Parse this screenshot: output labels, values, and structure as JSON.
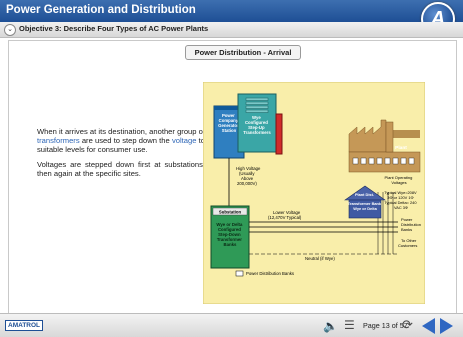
{
  "header": {
    "title": "Power Generation and Distribution",
    "objective": "Objective 3: Describe Four Types of AC Power Plants",
    "logo_letter": "A"
  },
  "main": {
    "heading": "Power Distribution - Arrival",
    "paragraph1_pre": "When it arrives at its destination, another group of ",
    "paragraph1_link1": "transformers",
    "paragraph1_mid": " are used to step down the ",
    "paragraph1_link2": "voltage",
    "paragraph1_post": " to suitable levels for consumer use.",
    "paragraph2": "Voltages are stepped down first at substations, then again at the specific sites."
  },
  "diagram": {
    "power_station": [
      "Power",
      "Company",
      "Generator",
      "Station"
    ],
    "stepup": [
      "Wye",
      "Configured",
      "Step-Up",
      "Transformers"
    ],
    "high_voltage": [
      "High Voltage",
      "(Usually",
      "Above",
      "200,000V)"
    ],
    "plant": "Plant",
    "plant_operating": [
      "Plant Operating",
      "Voltages"
    ],
    "typical": [
      "Typical Wye=208V",
      "3Φ or 120V 1Φ",
      "Typical Delta= 240",
      "VAC 3Φ"
    ],
    "plant_dist": [
      "Plant Dist.",
      "Transformer Bank",
      "Wye or Delta"
    ],
    "substation": "Substation",
    "substation_desc": [
      "Wye or Delta",
      "Configured",
      "Step-Down",
      "Transformer",
      "Banks"
    ],
    "lower_voltage": [
      "Lower Voltage",
      "(12,470V Typical)"
    ],
    "power_dist_banks": [
      "Power",
      "Distribution",
      "Banks"
    ],
    "to_other": [
      "To Other",
      "Customers"
    ],
    "neutral": "Neutral (if Wye)",
    "pdb_legend": "Power Distribution Banks"
  },
  "footer": {
    "brand": "AMATROL",
    "page_label": "Page 13 of 57"
  },
  "colors": {
    "header_blue": "#1e4f95",
    "diagram_bg": "#f9eeaa",
    "link": "#2f67b7"
  }
}
